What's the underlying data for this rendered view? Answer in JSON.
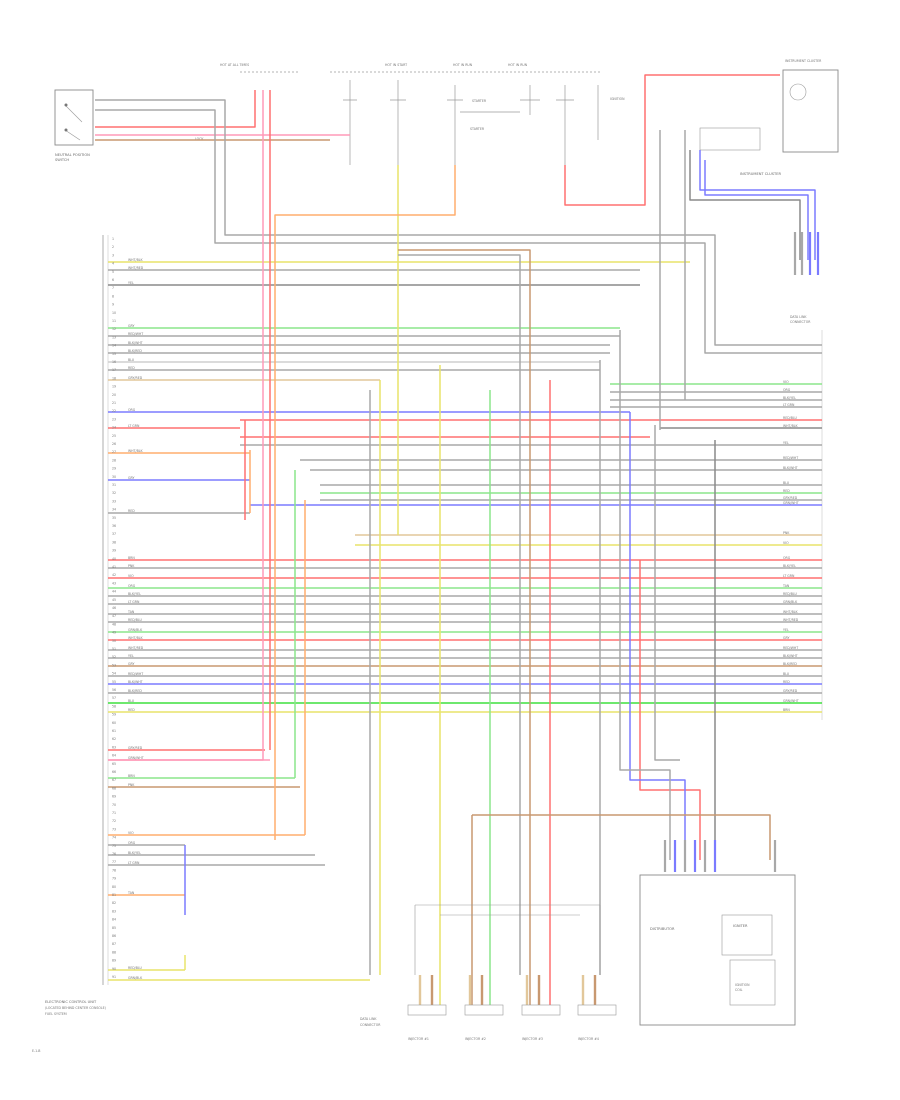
{
  "colors": {
    "red": "#ff7070",
    "pink": "#ff9ab8",
    "yellow": "#e8e46a",
    "green": "#8ce68c",
    "bright_green": "#3fe03f",
    "blue": "#7b7bff",
    "gray": "#a8a8a8",
    "dark_gray": "#8a8a8a",
    "orange": "#ffae6e",
    "brown": "#c89870",
    "tan": "#e2c79a",
    "violet": "#d9b3f2",
    "light_gray": "#cfcfcf"
  },
  "labels": {
    "top_switch": "NEUTRAL POSITION SWITCH",
    "ignition": "IGNITION SWITCH",
    "instrument_cluster": "INSTRUMENT CLUSTER",
    "data_link": "DATA LINK CONNECTOR",
    "ecm": "ELECTRONIC CONTROL UNIT",
    "distributor": "DISTRIBUTOR",
    "igniter": "IGNITER",
    "ignition_coil": "IGNITION COIL",
    "injector": "INJECTOR",
    "page_code": "E-1-B"
  },
  "wire_labels": [
    "WHT/BLK",
    "WHT/RED",
    "YEL",
    "GRY",
    "RED/WHT",
    "BLK/WHT",
    "BLK/RED",
    "BLU",
    "RED",
    "GRY/RED",
    "GRN/WHT",
    "BRN",
    "PNK",
    "VIO",
    "ORG",
    "BLK/YEL",
    "LT GRN",
    "TAN",
    "RED/BLU",
    "GRN/BLK"
  ]
}
